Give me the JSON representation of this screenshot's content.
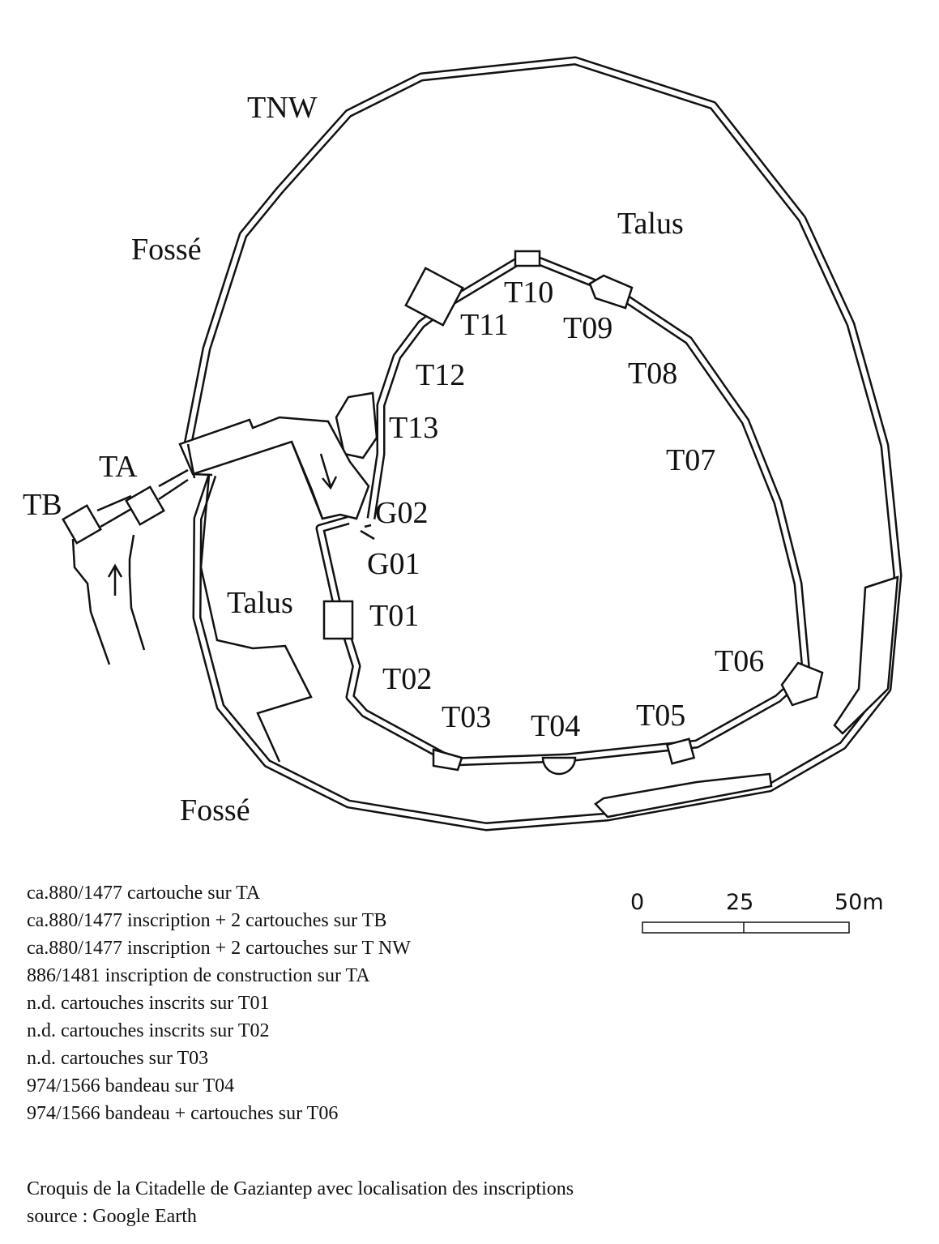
{
  "map_labels": {
    "tnw": "TNW",
    "fosse_top": "Fossé",
    "talus_top": "Talus",
    "t10": "T10",
    "t11": "T11",
    "t09": "T09",
    "t12": "T12",
    "t08": "T08",
    "t13": "T13",
    "t07": "T07",
    "ta": "TA",
    "tb": "TB",
    "g02": "G02",
    "g01": "G01",
    "talus_bottom": "Talus",
    "t01": "T01",
    "t02": "T02",
    "t03": "T03",
    "t04": "T04",
    "t05": "T05",
    "t06": "T06",
    "fosse_bottom": "Fossé"
  },
  "scale": {
    "zero": "0",
    "mid": "25",
    "end": "50m"
  },
  "legend": [
    "ca.880/1477 cartouche sur TA",
    "ca.880/1477 inscription + 2 cartouches sur TB",
    "ca.880/1477 inscription + 2 cartouches sur T NW",
    "886/1481 inscription de construction sur TA",
    "n.d. cartouches inscrits sur T01",
    "n.d. cartouches inscrits sur T02",
    "n.d. cartouches sur T03",
    "974/1566 bandeau sur T04",
    "974/1566 bandeau + cartouches sur T06"
  ],
  "caption": [
    "Croquis de la Citadelle de Gaziantep avec localisation des inscriptions",
    "source : Google Earth"
  ]
}
